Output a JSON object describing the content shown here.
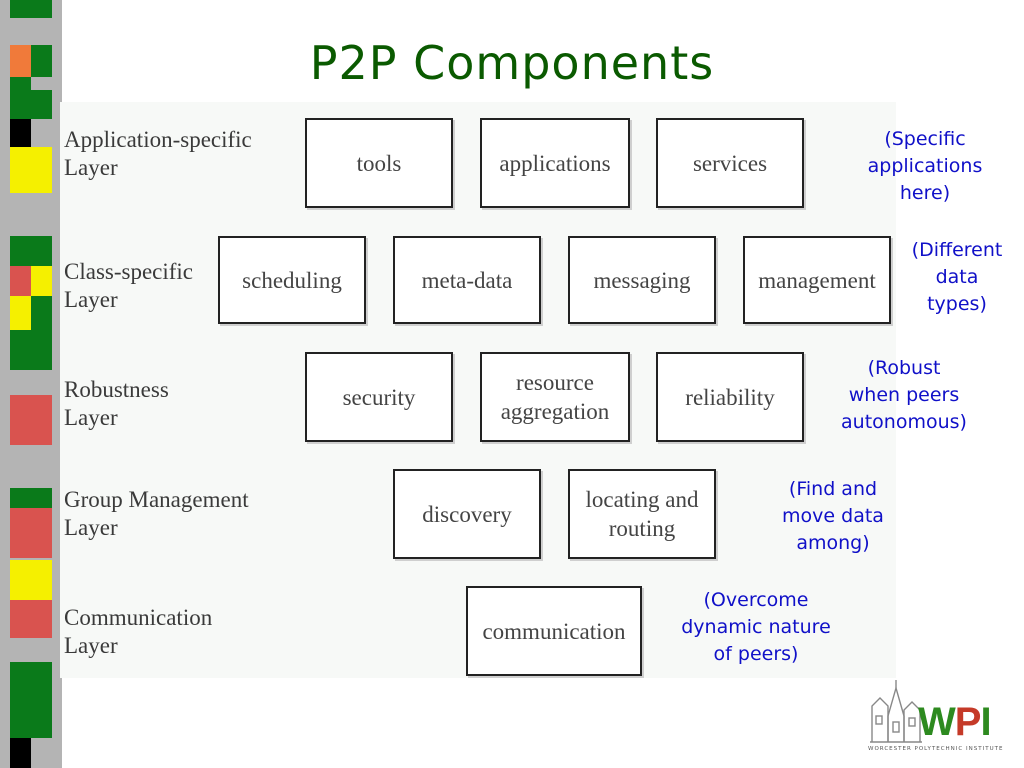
{
  "title": "P2P Components",
  "layers": [
    {
      "label": "Application-specific\nLayer"
    },
    {
      "label": "Class-specific\nLayer"
    },
    {
      "label": "Robustness\nLayer"
    },
    {
      "label": "Group Management\nLayer"
    },
    {
      "label": "Communication\nLayer"
    }
  ],
  "boxes": {
    "tools": "tools",
    "applications": "applications",
    "services": "services",
    "scheduling": "scheduling",
    "metadata": "meta-data",
    "messaging": "messaging",
    "management": "management",
    "security": "security",
    "resource_aggregation": "resource\naggregation",
    "reliability": "reliability",
    "discovery": "discovery",
    "locating_routing": "locating and\nrouting",
    "communication": "communication"
  },
  "notes": {
    "application": "(Specific\napplications\nhere)",
    "class": "(Different\ndata\ntypes)",
    "robustness": "(Robust\nwhen peers\nautonomous)",
    "group": "(Find and\nmove data\namong)",
    "communication": "(Overcome\ndynamic nature\nof peers)"
  },
  "logo": {
    "letters": [
      "W",
      "P",
      "I"
    ],
    "subtitle": "WORCESTER POLYTECHNIC INSTITUTE"
  },
  "colors": {
    "title": "#0a5a00",
    "notes": "#1010c8",
    "strip_green": "#0a7a1a",
    "strip_yellow": "#f5f000",
    "strip_red": "#d9534f",
    "strip_orange": "#f07a3a",
    "strip_black": "#000000",
    "strip_gray": "#b4b4b4"
  }
}
